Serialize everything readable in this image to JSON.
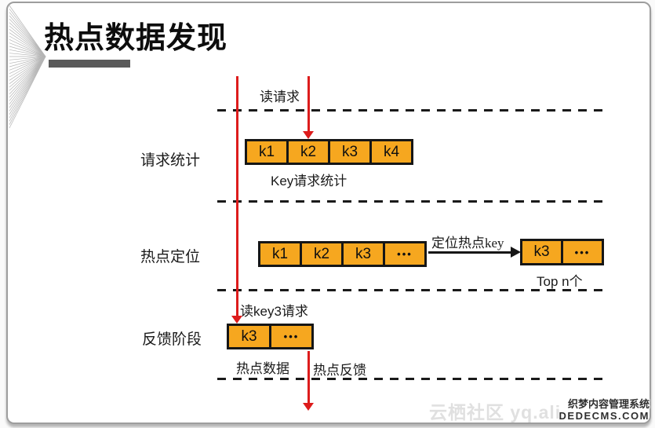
{
  "slide": {
    "title": "热点数据发现"
  },
  "diagram": {
    "annotations": {
      "read_request": "读请求",
      "key_request_stats": "Key请求统计",
      "locate_hot_key": "定位热点key",
      "top_n": "Top n个",
      "read_key3_request": "读key3请求",
      "hot_data": "热点数据",
      "hot_feedback": "热点反馈"
    },
    "rows": [
      {
        "label": "请求统计",
        "cells": [
          "k1",
          "k2",
          "k3",
          "k4"
        ]
      },
      {
        "label": "热点定位",
        "cells": [
          "k1",
          "k2",
          "k3",
          "•••"
        ],
        "result": {
          "cells": [
            "k3",
            "•••"
          ]
        }
      },
      {
        "label": "反馈阶段",
        "cells": [
          "k3",
          "•••"
        ]
      }
    ],
    "colors": {
      "box_fill": "#F6A71F",
      "box_border": "#161616",
      "arrow_red": "#DD1C1C",
      "dash_black": "#1A1A1A",
      "title_bar": "#5A5A5A"
    }
  },
  "watermarks": {
    "community": "云栖社区 yq.ali",
    "cms_line1": "织梦内容管理系统",
    "cms_line2": "DEDECMS.COM"
  }
}
